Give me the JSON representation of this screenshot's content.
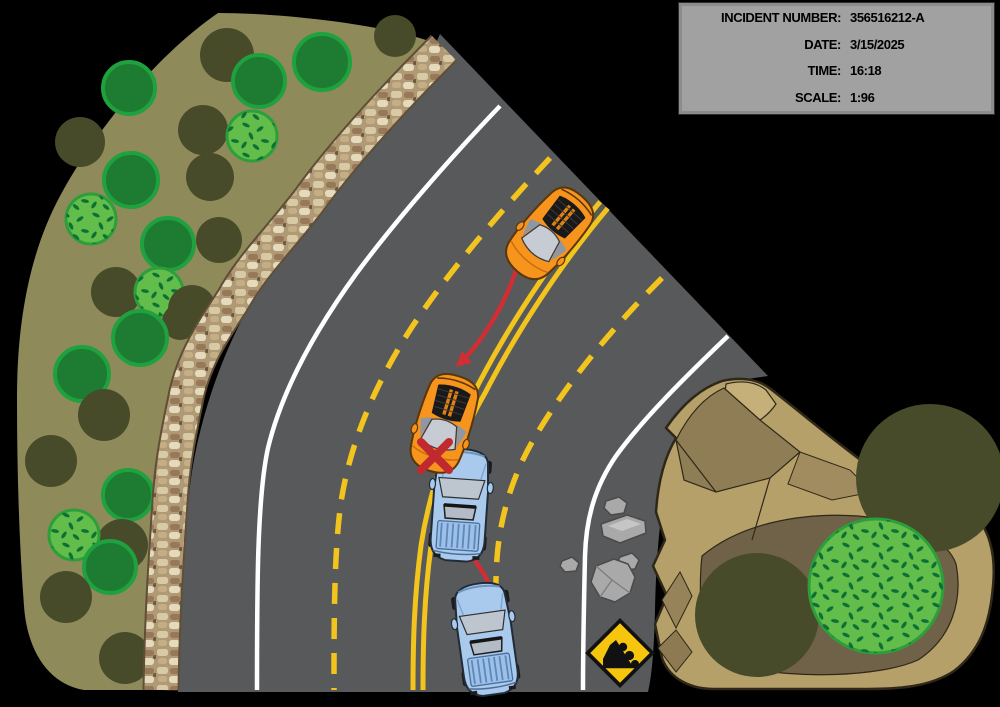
{
  "info_box": {
    "fields": [
      {
        "label": "INCIDENT NUMBER:",
        "value": "356516212-A"
      },
      {
        "label": "DATE:",
        "value": "3/15/2025"
      },
      {
        "label": "TIME:",
        "value": "16:18"
      },
      {
        "label": "SCALE:",
        "value": "1:96"
      }
    ]
  },
  "scene": {
    "signs": [
      {
        "name": "falling-rocks-warning-sign",
        "shape": "yellow-diamond-with-black-cliff-and-falling-rocks"
      }
    ],
    "vehicles": [
      {
        "name": "orange-sports-car",
        "positions_shown": 2
      },
      {
        "name": "blue-pickup-truck",
        "positions_shown": 2
      }
    ],
    "markers": [
      {
        "name": "collision-x-marker",
        "count": 1
      },
      {
        "name": "trajectory-arrow",
        "count": 2
      }
    ],
    "features": [
      "curved-mountain-road",
      "stone-retaining-wall",
      "tree-covered-hillside",
      "rock-outcrop",
      "fallen-rocks-on-shoulder"
    ]
  },
  "palette": {
    "bg": "#000000",
    "road": "#58595b",
    "line-white": "#ffffff",
    "lane-yellow": "#f2c41d",
    "hillside": "#8f8a59",
    "tree-dark": "#474b2a",
    "tree-green": "#1d7c31",
    "tree-green-rim": "#1ea13e",
    "bush-light": "#63bd4b",
    "bush-rim": "#2c9e3a",
    "bush-speckle": "#0d7036",
    "wall-edge": "#5f4e38",
    "rock-base": "#b5a06a",
    "rock-mid": "#8f7d55",
    "rock-dark": "#6f6248",
    "rock-outline": "#2f2818",
    "boulder-gray": "#a9a9a9",
    "boulder-edge": "#4a4a4a",
    "sign-yellow": "#f6c50e",
    "arrow-red": "#cf2f34",
    "x-red": "#c02a2e",
    "car-orange": "#f7941e",
    "car-blue": "#a9c9ed",
    "glass-gray": "#c6cbd4",
    "infobox-bg": "#a1a1a1",
    "infobox-border": "#8c8c8c"
  }
}
